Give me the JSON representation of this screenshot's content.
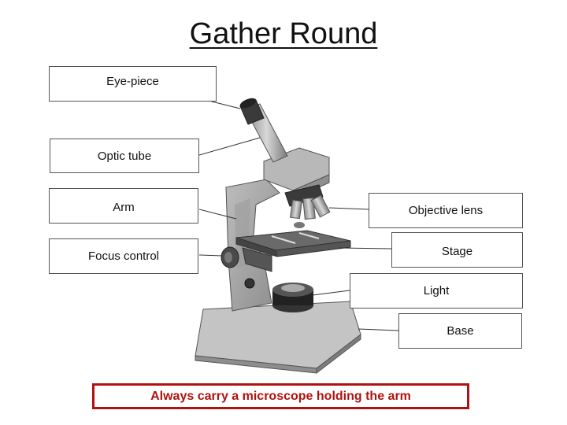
{
  "title": "Gather Round",
  "labels": {
    "eyepiece": "Eye-piece",
    "optic_tube": "Optic tube",
    "arm": "Arm",
    "focus_control": "Focus control",
    "objective_lens": "Objective lens",
    "stage": "Stage",
    "light": "Light",
    "base": "Base"
  },
  "note": "Always carry a microscope holding the arm",
  "colors": {
    "note_border": "#b01212",
    "note_text": "#b01212"
  }
}
